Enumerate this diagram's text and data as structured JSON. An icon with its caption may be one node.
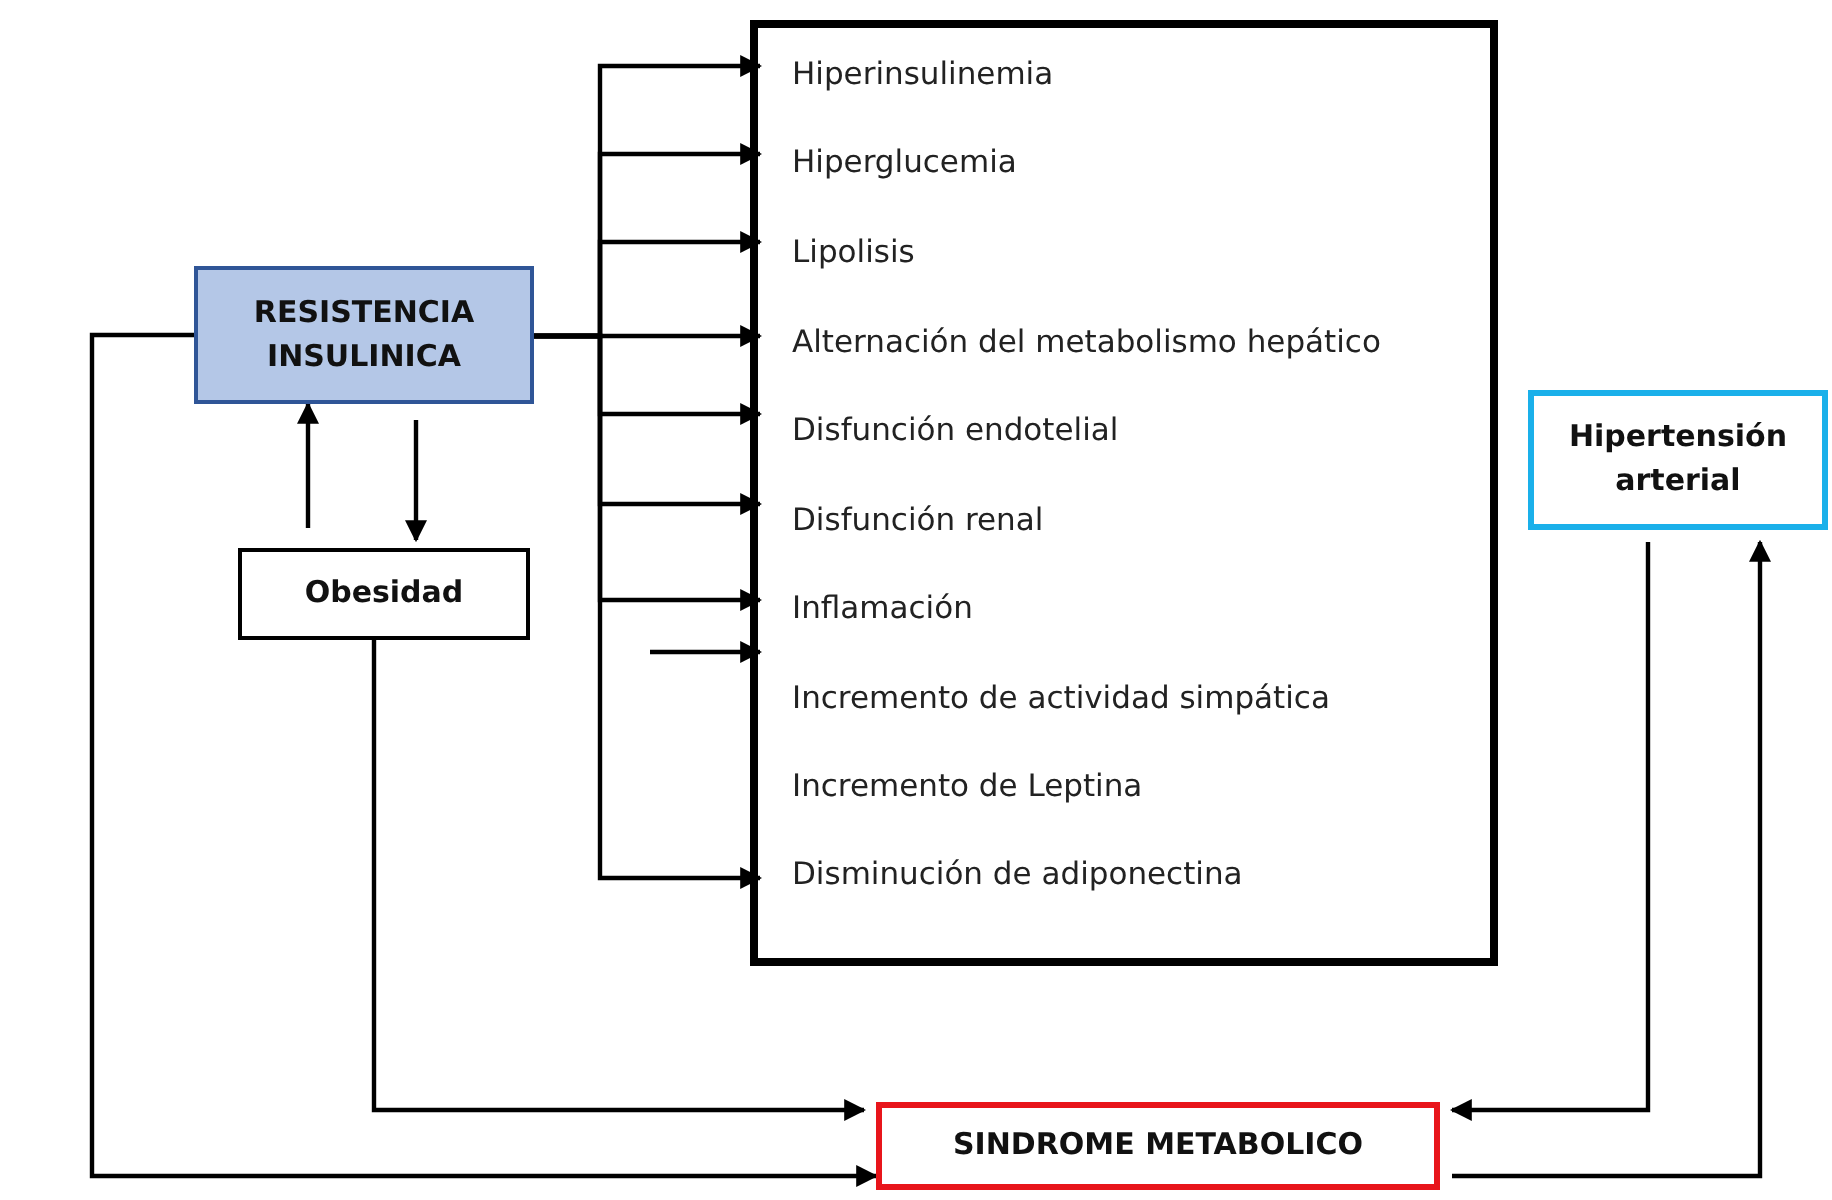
{
  "diagram": {
    "nodes": [
      {
        "text": [],
        "shape": "box"
      },
      {
        "text": [
          "Hiperinsulinemia"
        ],
        "in": 0
      },
      {
        "text": [
          "Hiperglucemia"
        ],
        "in": 0
      },
      {
        "text": [
          "Lipolisis"
        ],
        "in": 0
      },
      {
        "text": [
          "Alternación del metabolismo hepático"
        ],
        "in": 0
      },
      {
        "text": [
          "Disfunción endotelial"
        ],
        "in": 0
      },
      {
        "text": [
          "Disfunción renal"
        ],
        "in": 0
      },
      {
        "text": [
          "Inflamación"
        ],
        "in": 0
      },
      {
        "text": [
          "Incremento de actividad simpática"
        ],
        "in": 0
      },
      {
        "text": [
          "Incremento de Leptina"
        ],
        "in": 0
      },
      {
        "text": [
          "Disminución de adiponectina"
        ],
        "in": 0
      },
      {
        "text": [
          "RESISTENCIA INSULINICA"
        ]
      },
      {
        "text": [
          "Obesidad"
        ]
      },
      {
        "text": [
          "Hipertensión arterial"
        ]
      },
      {
        "text": [
          "SINDROME METABOLICO"
        ]
      }
    ],
    "edges": [
      {
        "from": 11,
        "to": 1,
        "arrow": "to"
      },
      {
        "from": 11,
        "to": 2,
        "arrow": "to"
      },
      {
        "from": 11,
        "to": 3,
        "arrow": "to"
      },
      {
        "from": 11,
        "to": 4,
        "arrow": "to"
      },
      {
        "from": 11,
        "to": 5,
        "arrow": "to"
      },
      {
        "from": 11,
        "to": 6,
        "arrow": "to"
      },
      {
        "from": 11,
        "to": 7,
        "arrow": "to"
      },
      {
        "from": 11,
        "to": 10,
        "arrow": "to"
      },
      {
        "from": null,
        "to": 8,
        "arrow": "to"
      },
      {
        "from": 12,
        "to": 11,
        "arrow": "to"
      },
      {
        "from": 11,
        "to": 12,
        "arrow": "to"
      },
      {
        "from": 11,
        "to": 14,
        "arrow": "to"
      },
      {
        "from": 12,
        "to": 14,
        "arrow": "to"
      },
      {
        "from": 13,
        "to": 14,
        "arrow": "to"
      },
      {
        "from": 14,
        "to": 13,
        "arrow": "to"
      }
    ]
  }
}
